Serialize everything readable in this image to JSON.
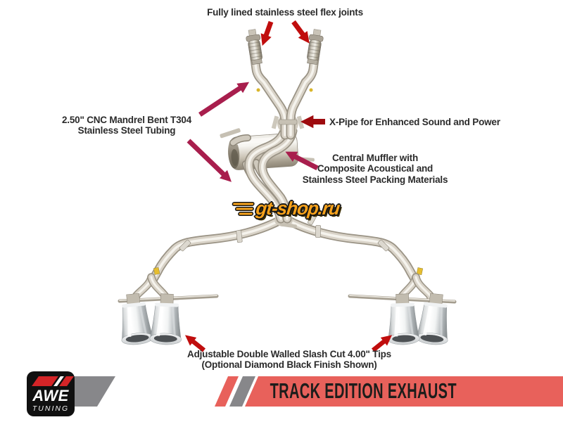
{
  "annotations": {
    "flex_joints": "Fully lined stainless steel flex joints",
    "tubing": "2.50\" CNC Mandrel Bent T304\nStainless Steel Tubing",
    "x_pipe": "X-Pipe for Enhanced Sound and Power",
    "muffler": "Central Muffler with\nComposite Acoustical and\nStainless Steel Packing Materials",
    "tips": "Adjustable Double Walled Slash Cut 4.00\" Tips\n(Optional Diamond Black Finish Shown)"
  },
  "watermark": {
    "text": "gt-shop.ru"
  },
  "footer": {
    "logo": {
      "brand": "AWE",
      "sub": "TUNING"
    },
    "title": "TRACK EDITION EXHAUST"
  },
  "colors": {
    "c-red": "#C00D0D",
    "c-crim": "#A81E4D",
    "c-dark": "#9E0B0F",
    "c-banner": "#E8615B",
    "c-gray": "#87878A",
    "c-text": "#2B2B2B",
    "c-orange": "#F7A21B"
  }
}
